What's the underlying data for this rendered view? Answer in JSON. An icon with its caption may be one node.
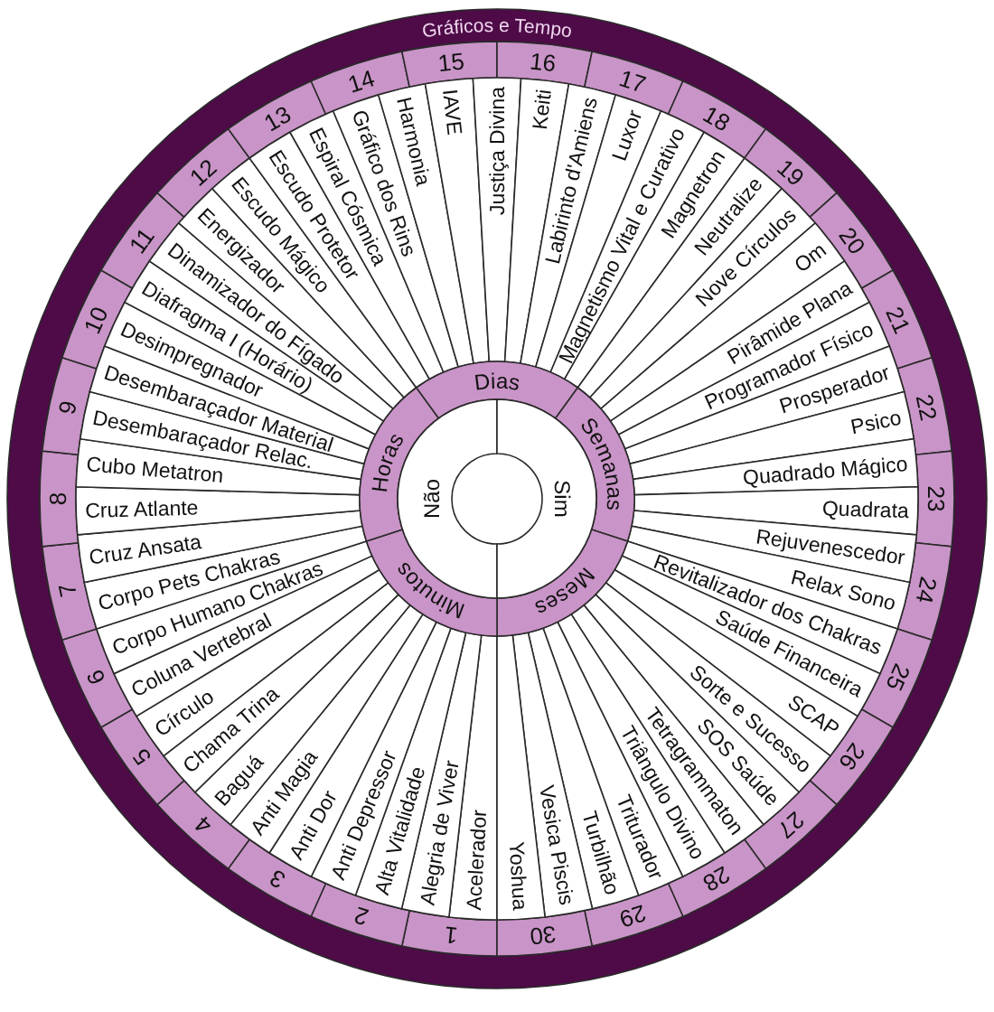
{
  "diagram": {
    "title": "Gráficos e Tempo",
    "nodes": [
      {
        "text": [
          "1"
        ]
      },
      {
        "text": [
          "2"
        ]
      },
      {
        "text": [
          "3"
        ]
      },
      {
        "text": [
          "4"
        ]
      },
      {
        "text": [
          "5"
        ]
      },
      {
        "text": [
          "6"
        ]
      },
      {
        "text": [
          "7"
        ]
      },
      {
        "text": [
          "8"
        ]
      },
      {
        "text": [
          "9"
        ]
      },
      {
        "text": [
          "10"
        ]
      },
      {
        "text": [
          "11"
        ]
      },
      {
        "text": [
          "12"
        ]
      },
      {
        "text": [
          "13"
        ]
      },
      {
        "text": [
          "14"
        ]
      },
      {
        "text": [
          "15"
        ]
      },
      {
        "text": [
          "16"
        ]
      },
      {
        "text": [
          "17"
        ]
      },
      {
        "text": [
          "18"
        ]
      },
      {
        "text": [
          "19"
        ]
      },
      {
        "text": [
          "20"
        ]
      },
      {
        "text": [
          "21"
        ]
      },
      {
        "text": [
          "22"
        ]
      },
      {
        "text": [
          "23"
        ]
      },
      {
        "text": [
          "24"
        ]
      },
      {
        "text": [
          "25"
        ]
      },
      {
        "text": [
          "26"
        ]
      },
      {
        "text": [
          "27"
        ]
      },
      {
        "text": [
          "28"
        ]
      },
      {
        "text": [
          "29"
        ]
      },
      {
        "text": [
          "30"
        ]
      },
      {
        "text": [
          "Acelerador"
        ]
      },
      {
        "text": [
          "Alegria de Viver"
        ]
      },
      {
        "text": [
          "Alta Vitalidade"
        ]
      },
      {
        "text": [
          "Anti Depressor"
        ]
      },
      {
        "text": [
          "Anti Dor"
        ]
      },
      {
        "text": [
          "Anti Magia"
        ]
      },
      {
        "text": [
          "Baguá"
        ]
      },
      {
        "text": [
          "Chama Trina"
        ]
      },
      {
        "text": [
          "Círculo"
        ]
      },
      {
        "text": [
          "Coluna Vertebral"
        ]
      },
      {
        "text": [
          "Corpo Humano Chakras"
        ]
      },
      {
        "text": [
          "Corpo Pets Chakras"
        ]
      },
      {
        "text": [
          "Cruz Ansata"
        ]
      },
      {
        "text": [
          "Cruz Atlante"
        ]
      },
      {
        "text": [
          "Cubo Metatron"
        ]
      },
      {
        "text": [
          "Desembaraçador Relac."
        ]
      },
      {
        "text": [
          "Desembaraçador Material"
        ]
      },
      {
        "text": [
          "Desimpregnador"
        ]
      },
      {
        "text": [
          "Diafragma I (Horário)"
        ]
      },
      {
        "text": [
          "Dinamizador do Fígado"
        ]
      },
      {
        "text": [
          "Energizador"
        ]
      },
      {
        "text": [
          "Escudo Mágico"
        ]
      },
      {
        "text": [
          "Escudo Protetor"
        ]
      },
      {
        "text": [
          "Espiral Cósmica"
        ]
      },
      {
        "text": [
          "Gráfico dos Rins"
        ]
      },
      {
        "text": [
          "Harmonia"
        ]
      },
      {
        "text": [
          "IAVE"
        ]
      },
      {
        "text": [
          "Justiça Divina"
        ]
      },
      {
        "text": [
          "Keiti"
        ]
      },
      {
        "text": [
          "Labirinto d'Amiens"
        ]
      },
      {
        "text": [
          "Luxor"
        ]
      },
      {
        "text": [
          "Magnetismo Vital e Curativo"
        ]
      },
      {
        "text": [
          "Magnetron"
        ]
      },
      {
        "text": [
          "Neutralize"
        ]
      },
      {
        "text": [
          "Nove Círculos"
        ]
      },
      {
        "text": [
          "Om"
        ]
      },
      {
        "text": [
          "Pirâmide Plana"
        ]
      },
      {
        "text": [
          "Programador Físico"
        ]
      },
      {
        "text": [
          "Prosperador"
        ]
      },
      {
        "text": [
          "Psico"
        ]
      },
      {
        "text": [
          "Quadrado Mágico"
        ]
      },
      {
        "text": [
          "Quadrata"
        ]
      },
      {
        "text": [
          "Rejuvenescedor"
        ]
      },
      {
        "text": [
          "Relax Sono"
        ]
      },
      {
        "text": [
          "Revitalizador dos Chakras"
        ]
      },
      {
        "text": [
          "Saúde Financeira"
        ]
      },
      {
        "text": [
          "SCAP"
        ]
      },
      {
        "text": [
          "Sorte e Sucesso"
        ]
      },
      {
        "text": [
          "SOS Saúde"
        ]
      },
      {
        "text": [
          "Tetragrammaton"
        ]
      },
      {
        "text": [
          "Triângulo Divino"
        ]
      },
      {
        "text": [
          "Triturador"
        ]
      },
      {
        "text": [
          "Turbilhão"
        ]
      },
      {
        "text": [
          "Vesica Piscis"
        ]
      },
      {
        "text": [
          "Yoshua"
        ]
      },
      {
        "text": [
          "Dias"
        ]
      },
      {
        "text": [
          "Semanas"
        ]
      },
      {
        "text": [
          "Meses"
        ]
      },
      {
        "text": [
          "Minutos"
        ]
      },
      {
        "text": [
          "Horas"
        ]
      },
      {
        "text": [
          "Não"
        ]
      },
      {
        "text": [
          "Sim"
        ]
      }
    ]
  }
}
